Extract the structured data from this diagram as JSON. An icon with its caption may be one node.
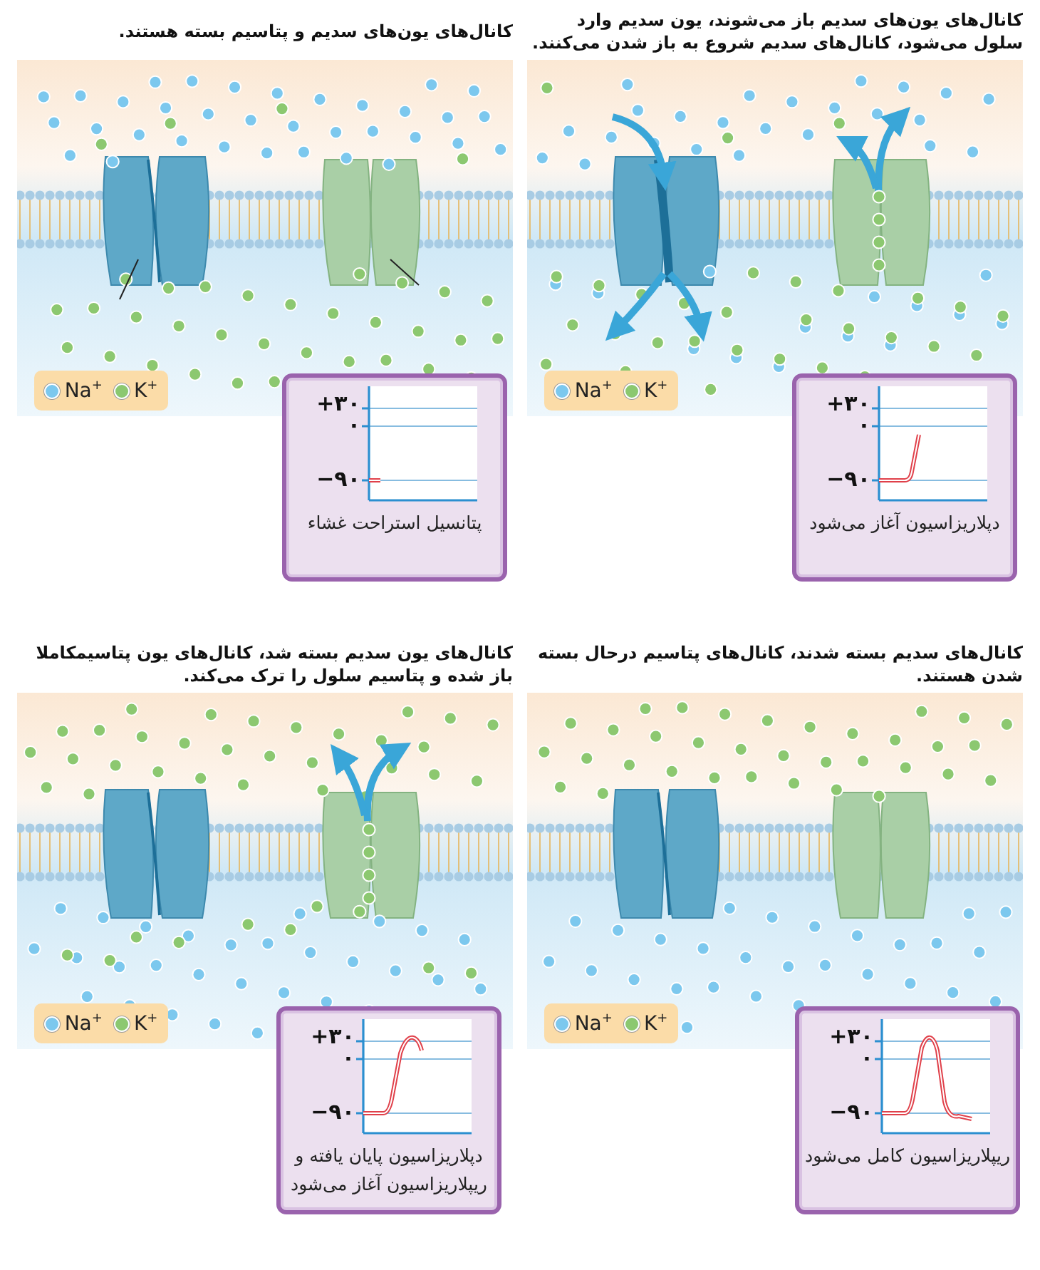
{
  "diagram": {
    "nodes": [
      {
        "text": [
          "کانال‌های یون‌های سدیم و پتاسیم بسته هستند."
        ]
      },
      {
        "text": [
          "پتانسیل استراحت غشاء"
        ]
      },
      {
        "text": [
          "کانال‌های یون‌های سدیم باز می‌شوند، یون سدیم وارد سلول می‌شود، کانال‌های سدیم شروع به باز شدن می‌کنند."
        ]
      },
      {
        "text": [
          "دپلاریزاسیون آغاز می‌شود"
        ]
      },
      {
        "text": [
          "کانال‌های یون سدیم بسته شد، کانال‌های یون پتاسیمکاملا باز شده و پتاسیم سلول را ترک می‌کند."
        ]
      },
      {
        "text": [
          "دپلاریزاسیون پایان یافته و ریپلاریزاسیون آغاز می‌شود"
        ]
      },
      {
        "text": [
          "کانال‌های سدیم بسته شدند، کانال‌های پتاسیم درحال بسته شدن هستند."
        ]
      },
      {
        "text": [
          "ریپلاریزاسیون کامل می‌شود"
        ]
      }
    ],
    "labels": [
      "+۳۰",
      "۰",
      "−۹۰",
      "+۳۰",
      "۰",
      "−۹۰",
      "+۳۰",
      "۰",
      "−۹۰",
      "+۳۰",
      "۰",
      "−۹۰"
    ],
    "legend": [
      {
        "text": "Na$^{+}$",
        "color": "#7cc8ee"
      },
      {
        "text": "K$^{+}$",
        "color": "#8cc870"
      },
      {
        "text": "Na$^{+}$",
        "color": "#7cc8ee"
      },
      {
        "text": "K$^{+}$",
        "color": "#8cc870"
      },
      {
        "text": "Na$^{+}$",
        "color": "#7cc8ee"
      },
      {
        "text": "K$^{+}$",
        "color": "#8cc870"
      },
      {
        "text": "Na$^{+}$",
        "color": "#7cc8ee"
      },
      {
        "text": "K$^{+}$",
        "color": "#8cc870"
      }
    ]
  }
}
